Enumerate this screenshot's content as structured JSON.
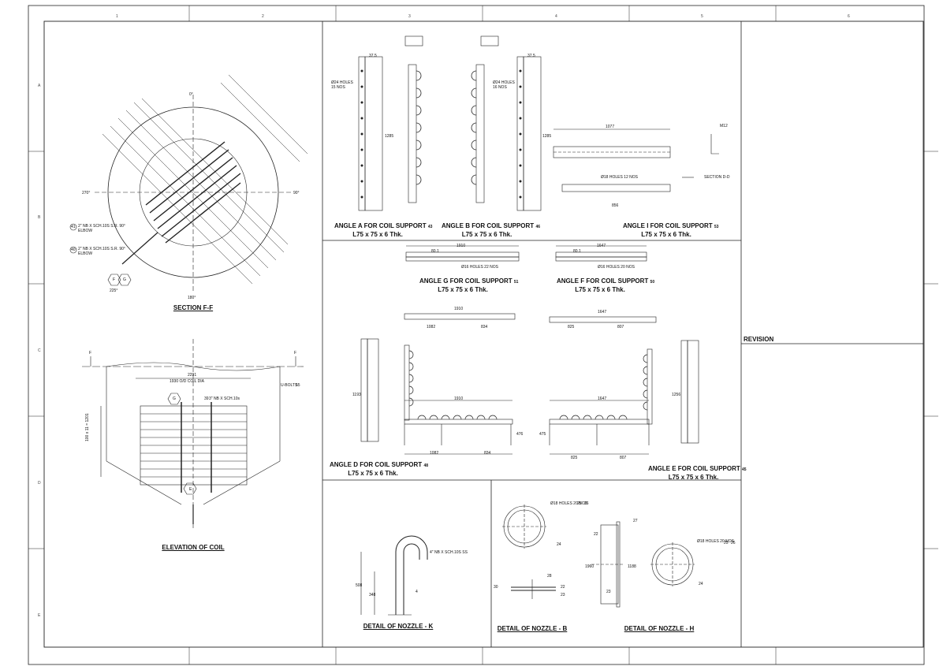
{
  "grid": {
    "columns": [
      "1",
      "2",
      "3",
      "4",
      "5",
      "6"
    ],
    "rows": [
      "A",
      "B",
      "C",
      "D",
      "E"
    ]
  },
  "section_ff": {
    "title": "SECTION F-F",
    "angles": [
      "0°",
      "90°",
      "180°",
      "270°",
      "225°"
    ],
    "tags": [
      "F",
      "G"
    ],
    "notes": [
      "2\" NB X SCH.10S S.R. 90° ELBOW",
      "2\" NB X SCH.10S S.R. 90° ELBOW"
    ],
    "callouts": [
      "41",
      "40"
    ]
  },
  "elevation": {
    "title": "ELEVATION OF COIL",
    "section_marks": [
      "F",
      "F"
    ],
    "dims": [
      "2291",
      "1930 O/D COIL DIA",
      "100 x 11 = 1201"
    ],
    "note": "3\" NB X SCH.10s",
    "bolt_note": "U-BOLTS",
    "tags": [
      "G",
      "E"
    ],
    "callouts": [
      "39",
      "55"
    ]
  },
  "angle_a": {
    "title": "ANGLE A FOR COIL SUPPORT",
    "size": "L75 x 75 x 6 Thk.",
    "callout": "43",
    "hole_note": "Ø24 HOLES 15 NOS",
    "dims": [
      "37.5",
      "1285"
    ]
  },
  "angle_b": {
    "title": "ANGLE B FOR COIL SUPPORT",
    "size": "L75 x 75 x 6 Thk.",
    "callout": "46",
    "hole_note": "Ø24 HOLES 16 NOS",
    "dims": [
      "37.5",
      "1285"
    ]
  },
  "angle_i": {
    "title": "ANGLE I FOR COIL SUPPORT",
    "size": "L75 x 75 x 6 Thk.",
    "callout": "53",
    "dims": [
      "1077",
      "856",
      "Ø18 HOLES 12 NOS"
    ],
    "section": "SECTION D-D",
    "bolt": "M12"
  },
  "angle_g": {
    "title": "ANGLE G FOR COIL SUPPORT",
    "size": "L75 x 75 x 6 Thk.",
    "callout": "51",
    "dims": [
      "1910",
      "80.1",
      "Ø16 HOLES 22 NOS"
    ]
  },
  "angle_f": {
    "title": "ANGLE F FOR COIL SUPPORT",
    "size": "L75 x 75 x 6 Thk.",
    "callout": "50",
    "dims": [
      "1647",
      "80.1",
      "Ø16 HOLES 20 NOS"
    ]
  },
  "angle_d": {
    "title": "ANGLE D FOR COIL SUPPORT",
    "size": "L75 x 75 x 6 Thk.",
    "callout": "48",
    "dims": [
      "1910",
      "1082",
      "834",
      "1193",
      "476"
    ]
  },
  "angle_e": {
    "title": "ANGLE E FOR COIL SUPPORT",
    "size": "L75 x 75 x 6 Thk.",
    "callout": "45",
    "dims": [
      "1647",
      "825",
      "807",
      "1256",
      "475"
    ]
  },
  "nozzle_k": {
    "title": "DETAIL OF NOZZLE - K",
    "note": "4\" NB X SCH.10S SS",
    "dims": [
      "508",
      "348"
    ],
    "callout": "4"
  },
  "nozzle_b": {
    "title": "DETAIL OF NOZZLE - B",
    "callouts": [
      "24",
      "25",
      "26",
      "28",
      "22",
      "23",
      "30"
    ],
    "note": "Ø18 HOLES 20 NOS"
  },
  "nozzle_h": {
    "title": "DETAIL OF NOZZLE - H",
    "callouts": [
      "27",
      "22",
      "25",
      "26",
      "24",
      "23"
    ],
    "note": "Ø18 HOLES 20 NOS",
    "dims": [
      "1960",
      "1188"
    ]
  },
  "revision": {
    "label": "REVISION"
  }
}
